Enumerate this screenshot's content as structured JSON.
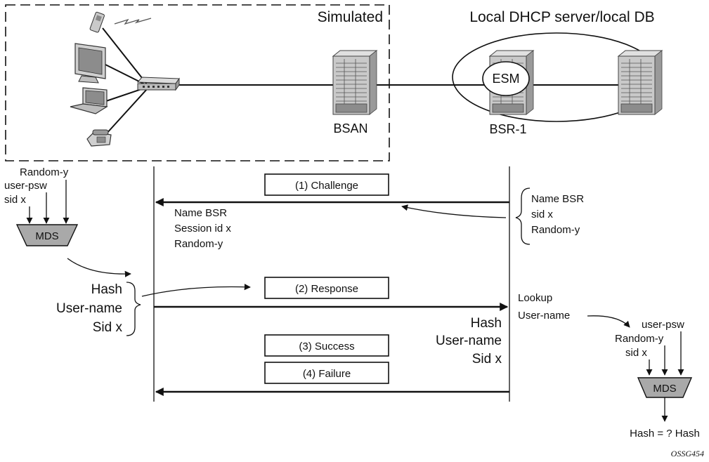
{
  "network": {
    "simulated_label": "Simulated",
    "server_label": "Local DHCP server/local DB",
    "bsan_label": "BSAN",
    "bsr_label": "BSR-1",
    "esm_label": "ESM"
  },
  "messages": {
    "challenge": "(1) Challenge",
    "response": "(2) Response",
    "success": "(3) Success",
    "failure": "(4) Failure"
  },
  "left_calc": {
    "inputs": [
      "Random-y",
      "user-psw",
      "sid x"
    ],
    "function": "MDS"
  },
  "challenge_received": [
    "Name BSR",
    "Session id x",
    "Random-y"
  ],
  "challenge_sent": [
    "Name BSR",
    "sid x",
    "Random-y"
  ],
  "response_sent": [
    "Hash",
    "User-name",
    "Sid x"
  ],
  "response_received": [
    "Hash",
    "User-name",
    "Sid x"
  ],
  "lookup": [
    "Lookup",
    "User-name"
  ],
  "right_calc": {
    "inputs": [
      "user-psw",
      "Random-y",
      "sid x"
    ],
    "function": "MDS",
    "result": "Hash = ? Hash"
  },
  "figure_id": "OSSG454"
}
